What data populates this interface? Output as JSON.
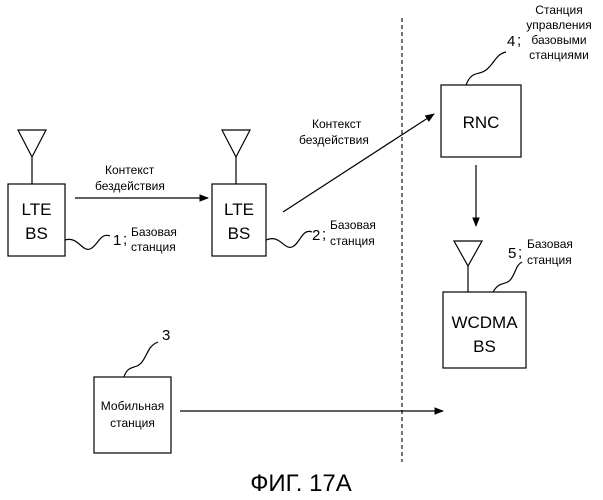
{
  "caption": "ФИГ. 17А",
  "context_label": {
    "line1": "Контекст",
    "line2": "бездействия"
  },
  "bs1": {
    "line1": "LTE",
    "line2": "BS",
    "num": "1",
    "label_line1": "Базовая",
    "label_line2": "станция"
  },
  "bs2": {
    "line1": "LTE",
    "line2": "BS",
    "num": "2",
    "label_line1": "Базовая",
    "label_line2": "станция"
  },
  "mobile": {
    "num": "3",
    "line1": "Мобильная",
    "line2": "станция"
  },
  "rnc": {
    "label": "RNC",
    "num": "4",
    "desc_line1": "Станция",
    "desc_line2": "управления",
    "desc_line3": "базовыми",
    "desc_line4": "станциями"
  },
  "bs5": {
    "line1": "WCDMA",
    "line2": "BS",
    "num": "5",
    "label_line1": "Базовая",
    "label_line2": "станция"
  }
}
